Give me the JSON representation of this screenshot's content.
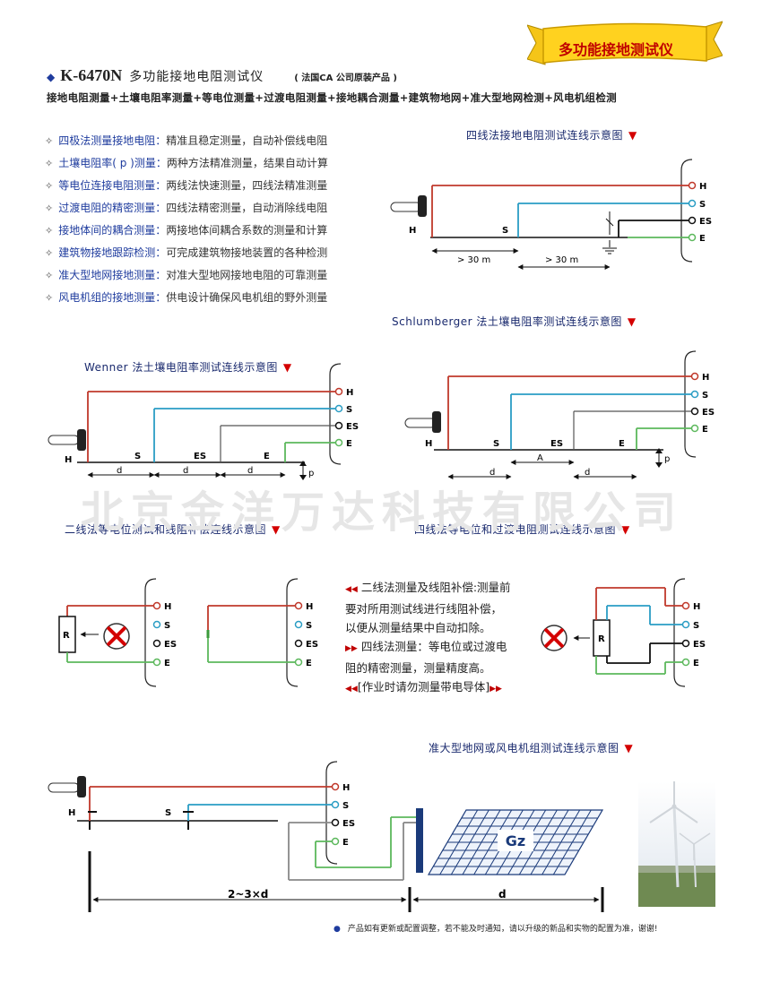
{
  "banner": {
    "text": "多功能接地测试仪"
  },
  "header": {
    "model": "K-6470N",
    "name": "多功能接地电阻测试仪",
    "origin": "( 法国CA 公司原装产品 )",
    "functions": "接地电阻测量+土壤电阻率测量+等电位测量+过渡电阻测量+接地耦合测量+建筑物地网+准大型地网检测+风电机组检测"
  },
  "features": [
    {
      "key": "四极法测量接地电阻：",
      "value": "精准且稳定测量，自动补偿线电阻"
    },
    {
      "key": "土壤电阻率( p )测量：",
      "value": "两种方法精准测量，结果自动计算"
    },
    {
      "key": "等电位连接电阻测量：",
      "value": "两线法快速测量，四线法精准测量"
    },
    {
      "key": "过渡电阻的精密测量：",
      "value": "四线法精密测量，自动消除线电阻"
    },
    {
      "key": "接地体间的耦合测量：",
      "value": "两接地体间耦合系数的测量和计算"
    },
    {
      "key": "建筑物接地跟踪检测：",
      "value": "可完成建筑物接地装置的各种检测"
    },
    {
      "key": "准大型地网接地测量：",
      "value": "对准大型地网接地电阻的可靠测量"
    },
    {
      "key": "风电机组的接地测量：",
      "value": "供电设计确保风电机组的野外测量"
    }
  ],
  "diagrams": {
    "four_wire": {
      "title": "四线法接地电阻测试连线示意图",
      "dist1": "> 30 m",
      "dist2": "> 30 m"
    },
    "schlumberger": {
      "title": "Schlumberger 法土壤电阻率测试连线示意图",
      "d1": "d",
      "a": "A",
      "d2": "d",
      "p": "p"
    },
    "wenner": {
      "title": "Wenner 法土壤电阻率测试连线示意图",
      "d1": "d",
      "d2": "d",
      "d3": "d",
      "p": "p"
    },
    "two_wire": {
      "title": "二线法等电位测试和线阻补偿连线示意图"
    },
    "four_wire_eq": {
      "title": "四线法等电位和过渡电阻测试连线示意图"
    },
    "large_grid": {
      "title": "准大型地网或风电机组测试连线示意图",
      "grid_label": "Gz",
      "dist1": "2~3×d",
      "dist2": "d"
    }
  },
  "terminals": [
    "H",
    "S",
    "ES",
    "E"
  ],
  "electrodes": {
    "h": "H",
    "s": "S",
    "es": "ES",
    "e": "E",
    "r": "R"
  },
  "watermark": "北京金洋万达科技有限公司",
  "notes": {
    "n1": "二线法测量及线阻补偿:测量前要对所用测试线进行线阻补偿，以便从测量结果中自动扣除。",
    "n2": "四线法测量：等电位或过渡电阻的精密测量，测量精度高。",
    "n3": "[作业时请勿测量带电导体]"
  },
  "footnote": "产品如有更新或配置调整，若不能及时通知，请以升级的新品和实物的配置为准，谢谢!",
  "colors": {
    "red": "#c0392b",
    "blue": "#2a9dc4",
    "black": "#111111",
    "green": "#5cb85c",
    "navy": "#1a2a6e",
    "accent": "#d40000"
  }
}
